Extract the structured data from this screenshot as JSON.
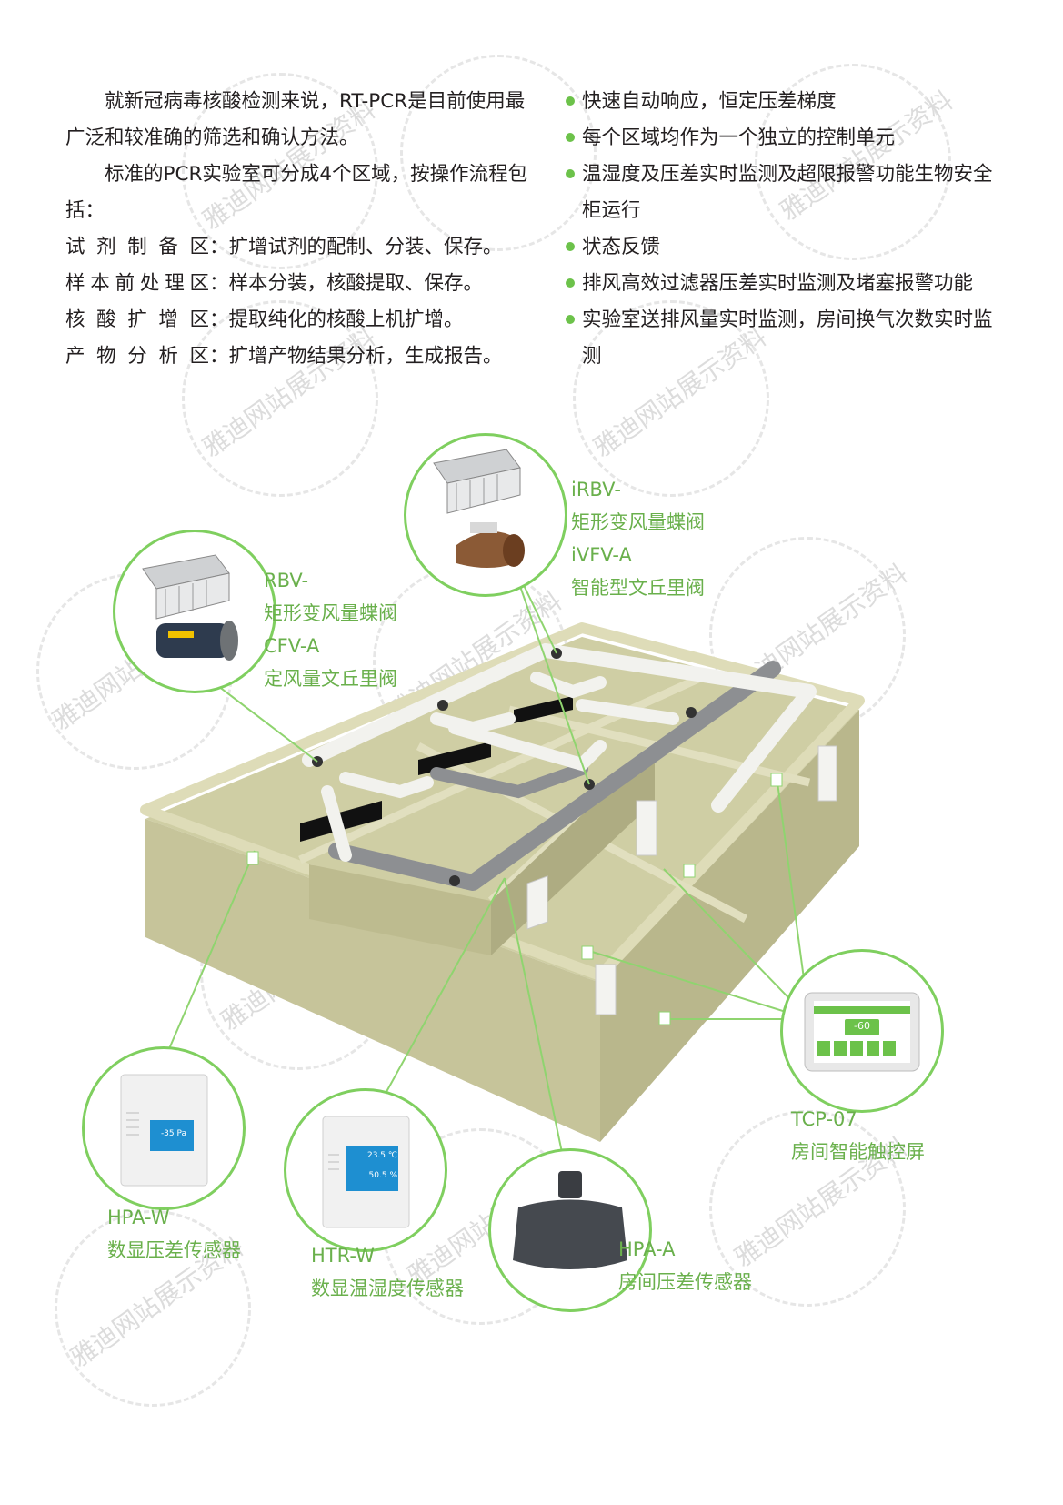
{
  "intro": {
    "p1": "就新冠病毒核酸检测来说，RT-PCR是目前使用最广泛和较准确的筛选和确认方法。",
    "p2": "标准的PCR实验室可分成4个区域，按操作流程包括：",
    "zones": [
      {
        "chars": [
          "试",
          "剂",
          "制",
          "备",
          "区"
        ],
        "desc": "：扩增试剂的配制、分装、保存。"
      },
      {
        "chars": [
          "样",
          "本",
          "前",
          "处",
          "理",
          "区"
        ],
        "desc": "：样本分装，核酸提取、保存。"
      },
      {
        "chars": [
          "核",
          "酸",
          "扩",
          "增",
          "区"
        ],
        "desc": "：提取纯化的核酸上机扩增。"
      },
      {
        "chars": [
          "产",
          "物",
          "分",
          "析",
          "区"
        ],
        "desc": "：扩增产物结果分析，生成报告。"
      }
    ]
  },
  "features": [
    "快速自动响应，恒定压差梯度",
    "每个区域均作为一个独立的控制单元",
    "温湿度及压差实时监测及超限报警功能生物安全柜运行",
    "状态反馈",
    "排风高效过滤器压差实时监测及堵塞报警功能",
    "实验室送排风量实时监测，房间换气次数实时监测"
  ],
  "devices": {
    "rbv": {
      "line1": "RBV-",
      "line2": "矩形变风量蝶阀",
      "line3": "CFV-A",
      "line4": "定风量文丘里阀"
    },
    "irbv": {
      "line1": "iRBV-",
      "line2": "矩形变风量蝶阀",
      "line3": "iVFV-A",
      "line4": "智能型文丘里阀"
    },
    "hpaw": {
      "model": "HPA-W",
      "name": "数显压差传感器",
      "display": "-35 Pa"
    },
    "htrw": {
      "model": "HTR-W",
      "name": "数显温湿度传感器",
      "temp": "23.5 ℃",
      "hum": "50.5 %"
    },
    "hpaa": {
      "model": "HPA-A",
      "name": "房间压差传感器"
    },
    "tcp": {
      "model": "TCP-07",
      "name": "房间智能触控屏",
      "display": "-60"
    }
  },
  "watermark": "雅迪网站展示资料",
  "colors": {
    "accent": "#6ab04c",
    "line": "#7fcf5f",
    "wall": "#d6d5ad",
    "duct": "#f2f2ee",
    "exhaust": "#8d8f92"
  }
}
